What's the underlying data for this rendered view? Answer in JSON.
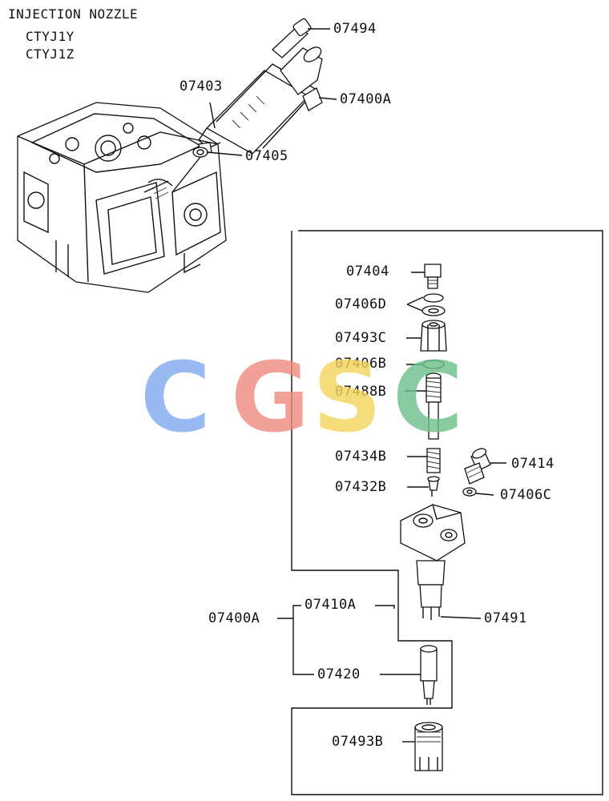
{
  "title": "INJECTION NOZZLE",
  "models": [
    "CTYJ1Y",
    "CTYJ1Z"
  ],
  "watermark": {
    "letters": [
      "C",
      "G",
      "S",
      "C"
    ],
    "colors": [
      "#7fa8f0",
      "#f08a80",
      "#f5d45a",
      "#6cc08a"
    ]
  },
  "labels": {
    "p07494": "07494",
    "p07400a_top": "07400A",
    "p07403": "07403",
    "p07405": "07405",
    "p07404": "07404",
    "p07406d": "07406D",
    "p07493c": "07493C",
    "p07406b": "07406B",
    "p07488b": "07488B",
    "p07434b": "07434B",
    "p07432b": "07432B",
    "p07414": "07414",
    "p07406c": "07406C",
    "p07491": "07491",
    "p07400a_bottom": "07400A",
    "p07410a": "07410A",
    "p07420": "07420",
    "p07493b": "07493B"
  }
}
